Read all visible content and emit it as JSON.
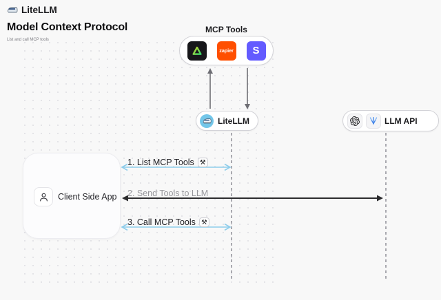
{
  "header": {
    "brand": "LiteLLM",
    "title": "Model Context Protocol",
    "subtitle": "List and call MCP tools"
  },
  "mcp": {
    "label": "MCP Tools",
    "tools": {
      "zapier": "zapier",
      "stripe": "S"
    }
  },
  "nodes": {
    "litellm": "LiteLLM",
    "llm_api": "LLM API",
    "client": "Client Side App"
  },
  "sequence": {
    "step1": "1. List MCP Tools",
    "step2": "2. Send Tools to LLM",
    "step3": "3. Call MCP Tools"
  },
  "icons": {
    "tool_badge": "⚒"
  },
  "colors": {
    "accent_blue": "#8ecdeb",
    "arrow_dark": "#2b2b2d",
    "zapier_orange": "#ff4f00",
    "stripe_purple": "#635bff",
    "litellm_blue": "#73c6e9"
  }
}
